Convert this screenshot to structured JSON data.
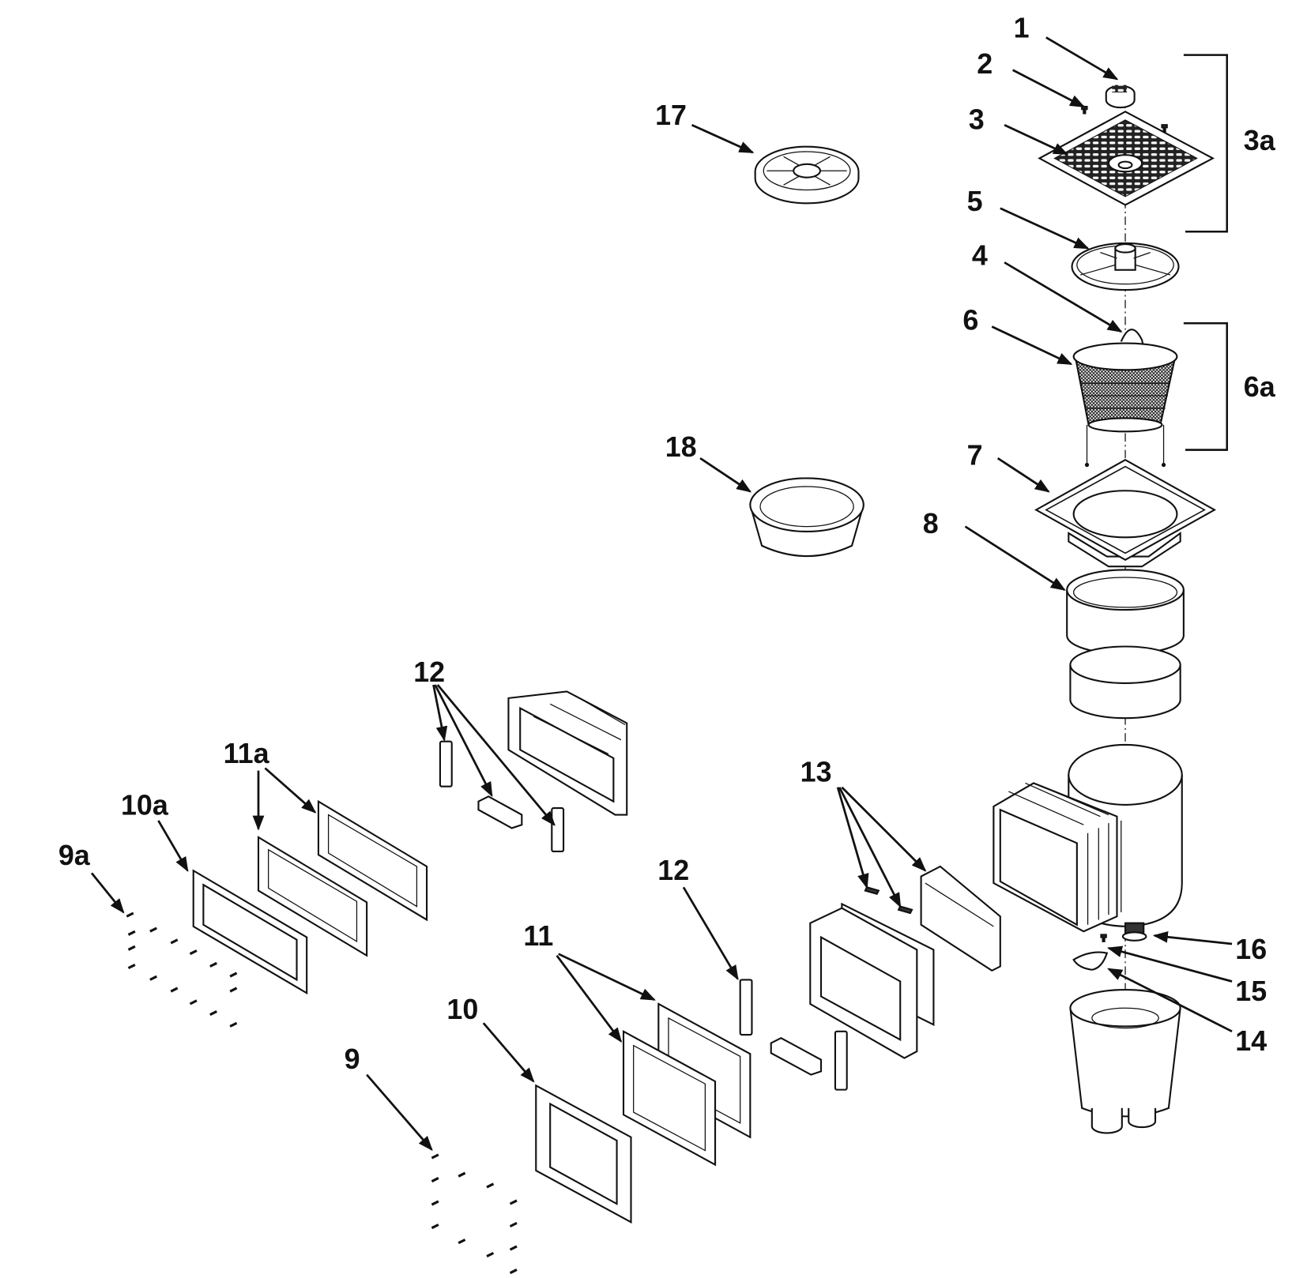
{
  "diagram": {
    "labels": {
      "p1": "1",
      "p2": "2",
      "p3": "3",
      "p3a": "3a",
      "p4": "4",
      "p5": "5",
      "p6": "6",
      "p6a": "6a",
      "p7": "7",
      "p8": "8",
      "p9": "9",
      "p9a": "9a",
      "p10": "10",
      "p10a": "10a",
      "p11": "11",
      "p11a": "11a",
      "p12_top": "12",
      "p12_bottom": "12",
      "p13": "13",
      "p14": "14",
      "p15": "15",
      "p16": "16",
      "p17": "17",
      "p18": "18"
    }
  }
}
